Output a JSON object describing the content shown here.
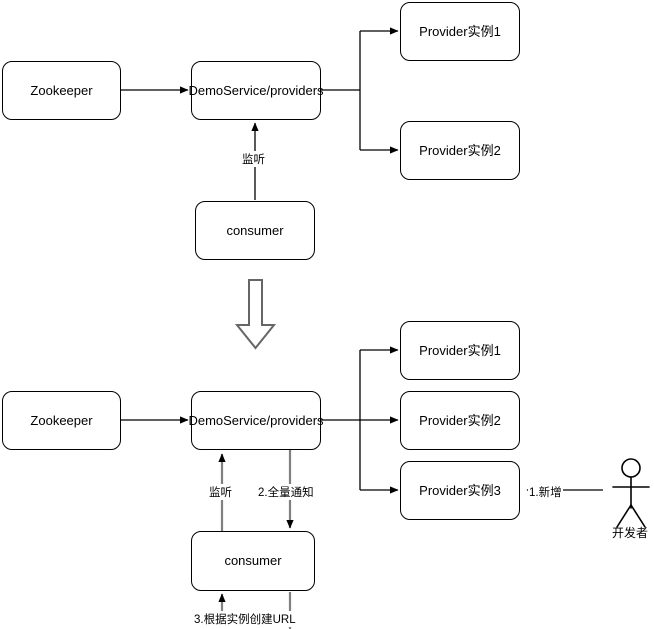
{
  "diagram": {
    "title": "Dubbo Zookeeper provider registration and consumer notification flow",
    "colors": {
      "stroke_black": "#000000",
      "stroke_gray": "#808080",
      "background": "#ffffff"
    },
    "top_section": {
      "nodes": {
        "zookeeper": "Zookeeper",
        "demo_service": "DemoService/providers",
        "provider_1": "Provider实例1",
        "provider_2": "Provider实例2",
        "consumer": "consumer"
      },
      "labels": {
        "listen": "监听"
      }
    },
    "transition": {
      "icon": "down-block-arrow"
    },
    "bottom_section": {
      "nodes": {
        "zookeeper": "Zookeeper",
        "demo_service": "DemoService/providers",
        "provider_1": "Provider实例1",
        "provider_2": "Provider实例2",
        "provider_3": "Provider实例3",
        "consumer": "consumer"
      },
      "labels": {
        "listen": "监听",
        "full_notify": "2.全量通知",
        "add_new": "1.新增",
        "create_url": "3.根据实例创建URL"
      },
      "actor": {
        "name": "开发者",
        "icon": "stick-figure-actor-icon"
      }
    }
  }
}
